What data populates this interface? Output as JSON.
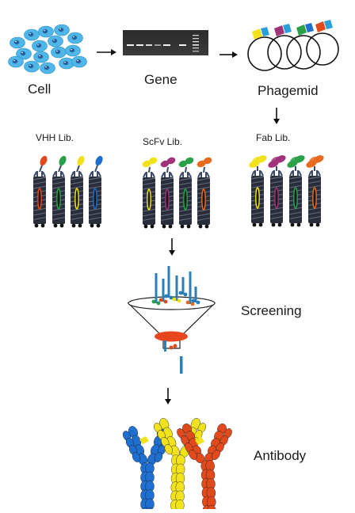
{
  "stages": {
    "cell": "Cell",
    "gene": "Gene",
    "phagemid": "Phagemid",
    "screening": "Screening",
    "antibody": "Antibody"
  },
  "libraries": {
    "vhh": "VHH Lib.",
    "scfv": "ScFv Lib.",
    "fab": "Fab Lib."
  },
  "colors": {
    "cell_fill": "#4fb6e8",
    "cell_nucleus": "#2a5d9e",
    "phage_body": "#2a2e3a",
    "ab_blue": "#1e6fd0",
    "ab_yellow": "#f2e21c",
    "ab_red": "#e04a1c",
    "ab_orange": "#e86a1e",
    "ab_green": "#2aa04a",
    "ab_purple": "#a0327a",
    "funnel_spot": "#e8461e",
    "pin_blue": "#2a7fb8"
  },
  "icons": {
    "arrow": "right-arrow-icon",
    "down_arrow": "down-arrow-icon"
  }
}
